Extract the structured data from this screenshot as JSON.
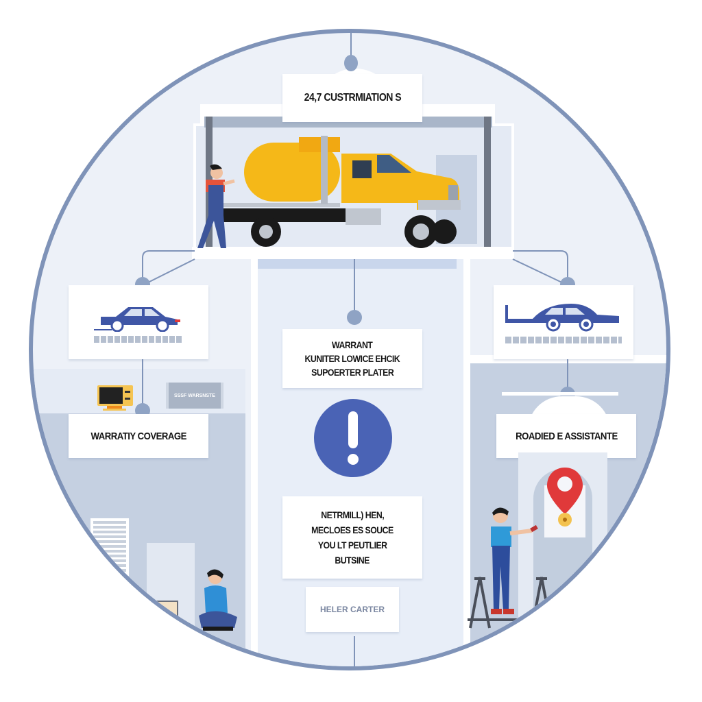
{
  "diagram": {
    "title_sign": "24,7 CUSTRMIATION S",
    "center_card": {
      "lines": [
        "WARRANT",
        "KUNITER LOWICE EHCIK",
        "SUPOERTER PLATER"
      ]
    },
    "alert_icon": "exclamation-circle-icon",
    "lower_card": {
      "lines": [
        "NETRMILL) HEN,",
        "MECLOES ES SOUCE",
        "YOU LT PEUTLIER",
        "BUTSINE"
      ]
    },
    "bottom_button": "HELER CARTER",
    "left_label": "WARRATIY COVERAGE",
    "right_label": "ROADIED E ASSISTANTE",
    "left_sign_text": "SSSF WARSNSTE",
    "icons": {
      "truck": "tanker-truck-icon",
      "left_car": "sedan-car-icon",
      "right_car": "tow-car-icon",
      "computer": "computer-icon",
      "pin": "location-pin-icon",
      "mechanic": "mechanic-person",
      "technician": "technician-person",
      "seated_worker": "seated-worker-person"
    },
    "colors": {
      "frame": "#7f93b8",
      "node": "#8fa3c4",
      "accent_blue": "#4a63b5",
      "truck_yellow": "#f5b818",
      "pin_red": "#e0393a",
      "background": "#edf1f8"
    }
  }
}
